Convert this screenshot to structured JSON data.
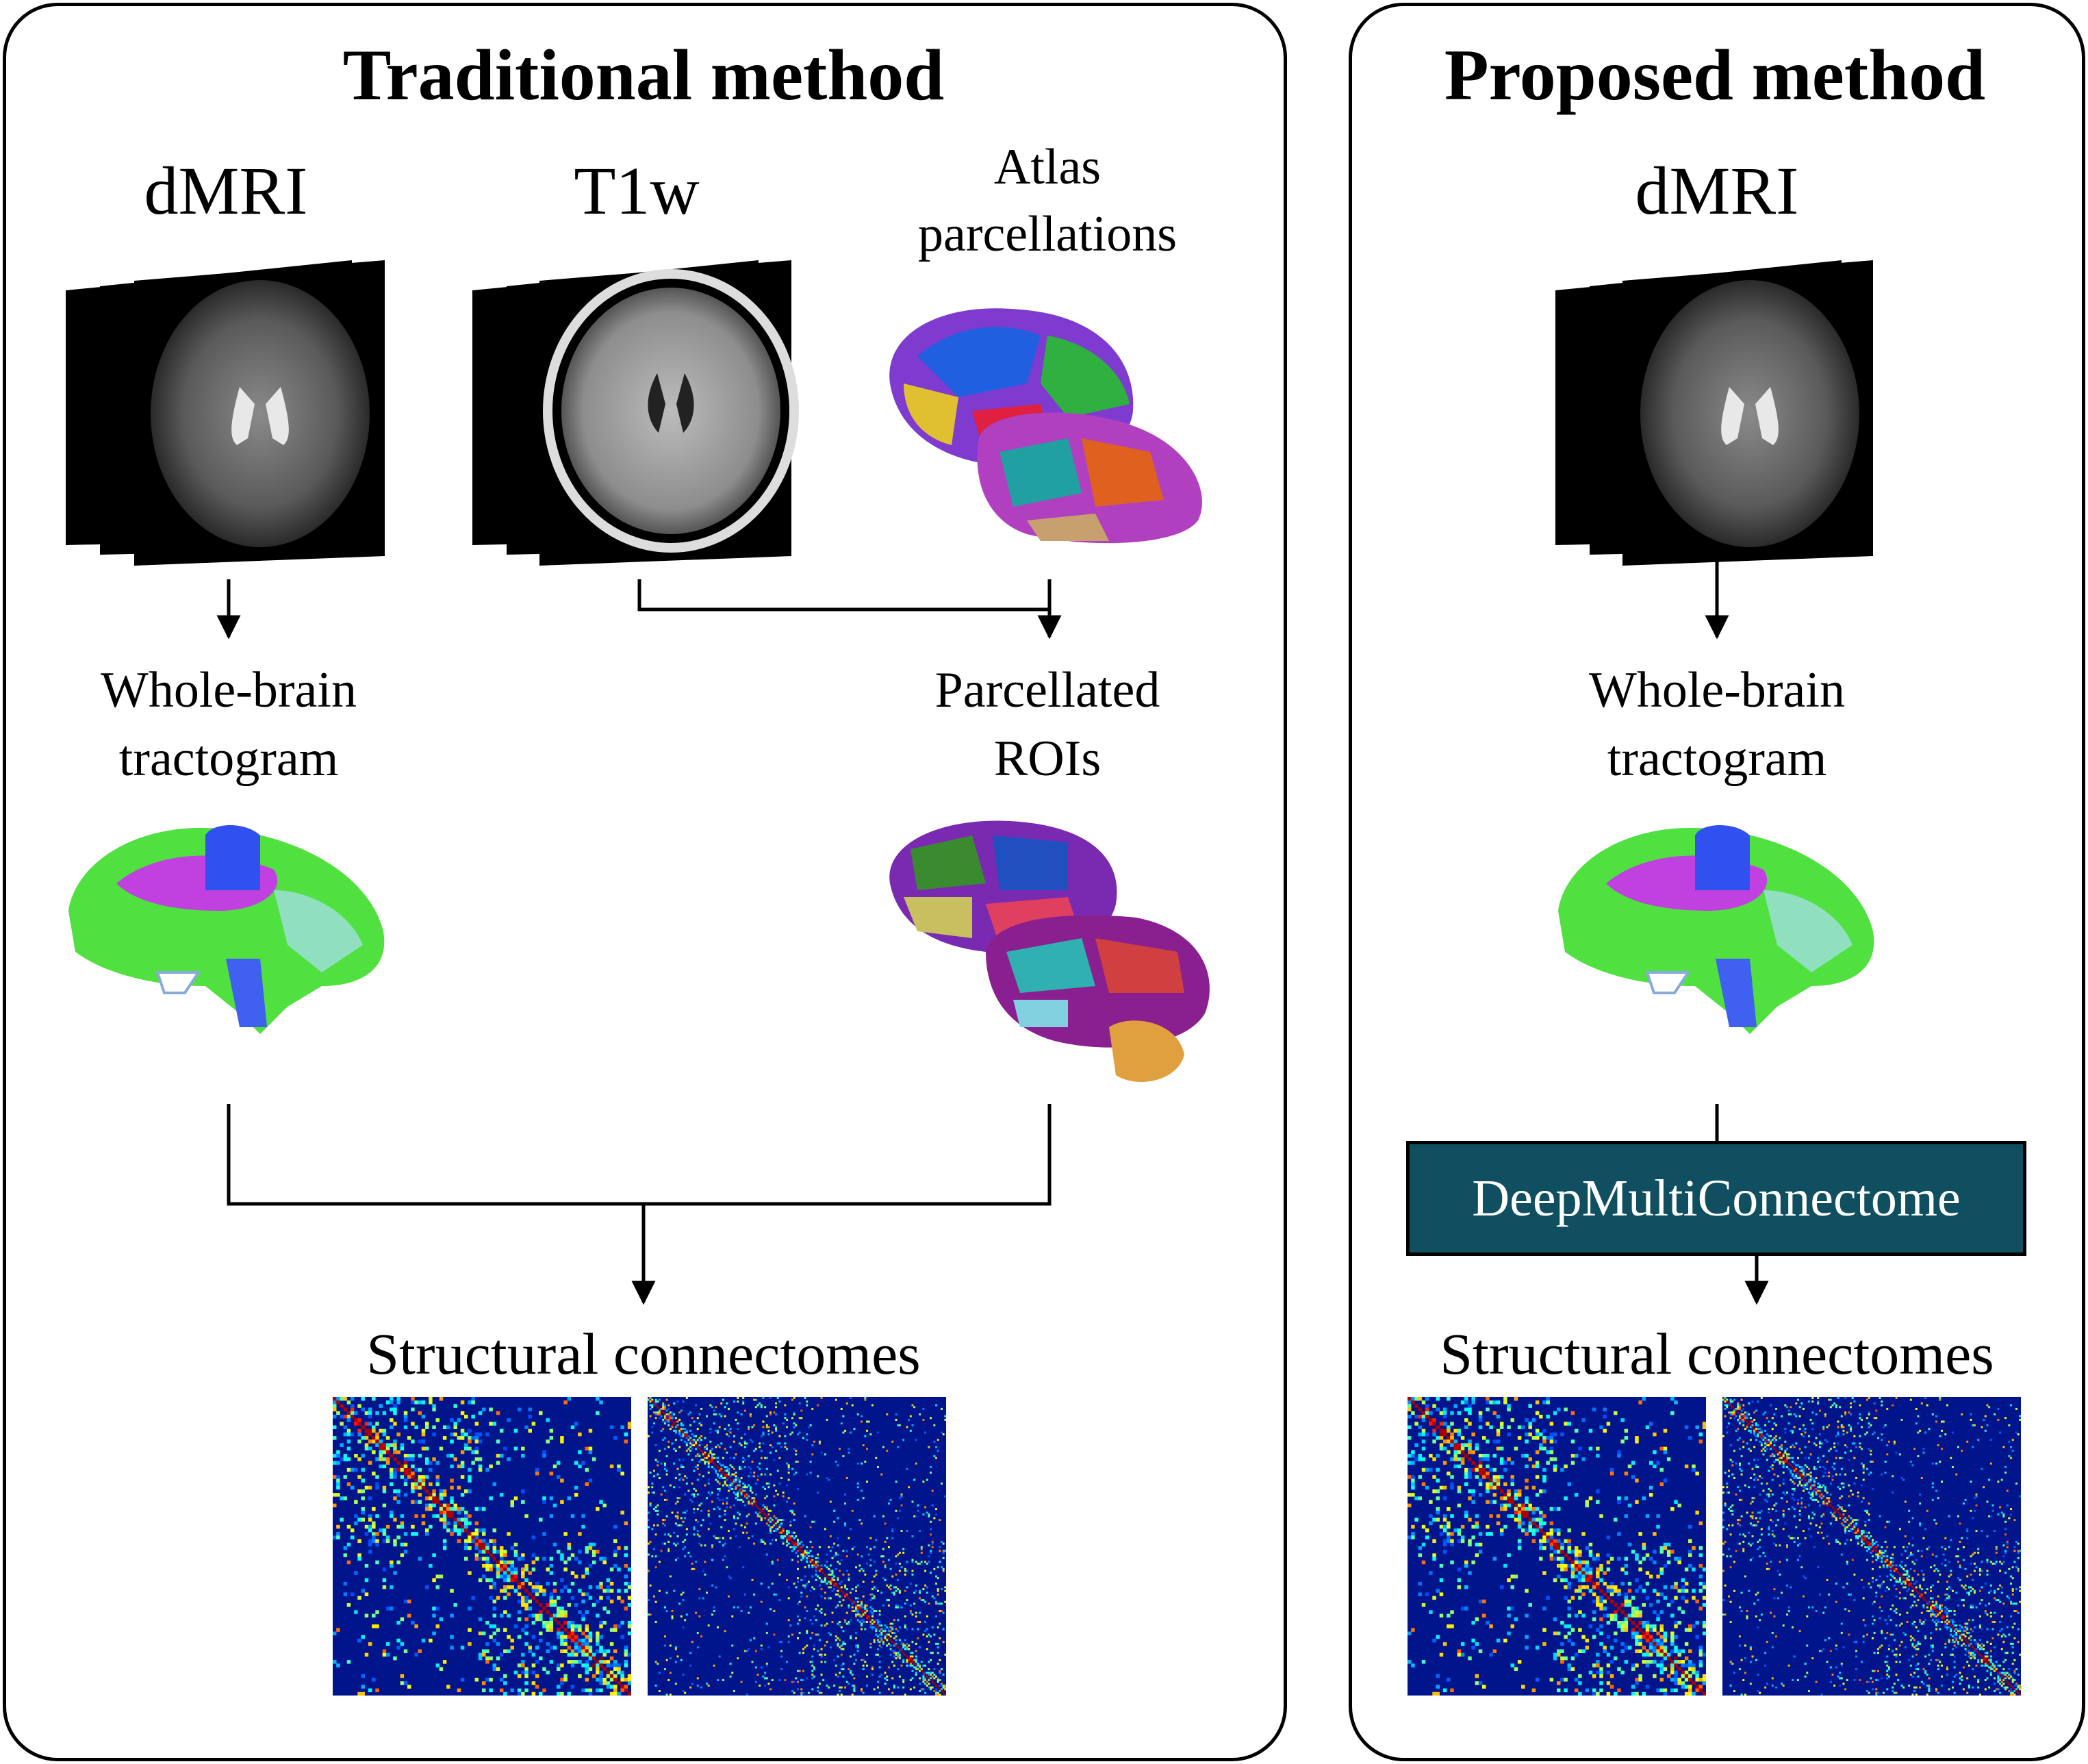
{
  "traditional": {
    "title": "Traditional method",
    "dmri_label": "dMRI",
    "t1w_label": "T1w",
    "atlas_label_1": "Atlas",
    "atlas_label_2": "parcellations",
    "tractogram_label_1": "Whole-brain",
    "tractogram_label_2": "tractogram",
    "rois_label_1": "Parcellated",
    "rois_label_2": "ROIs",
    "connectomes_label": "Structural connectomes"
  },
  "proposed": {
    "title": "Proposed method",
    "dmri_label": "dMRI",
    "tractogram_label_1": "Whole-brain",
    "tractogram_label_2": "tractogram",
    "model_label": "DeepMultiConnectome",
    "connectomes_label": "Structural connectomes"
  },
  "colors": {
    "panel_border": "#000000",
    "model_box": "#0f4f5f",
    "matrix_bg": "#00148c"
  }
}
